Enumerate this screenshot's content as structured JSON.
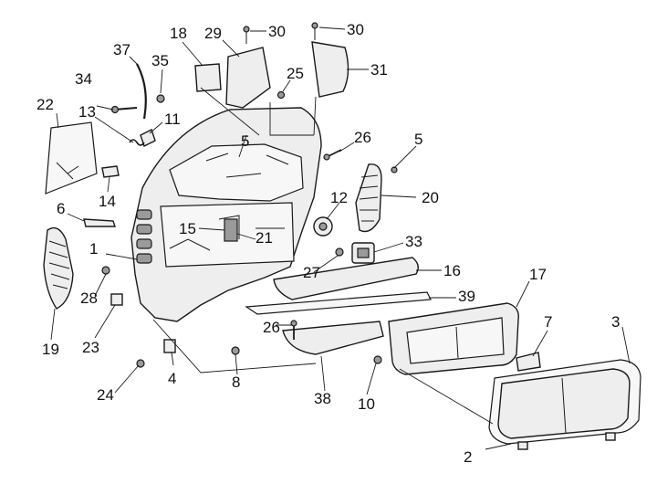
{
  "diagram": {
    "labels": {
      "p1": "1",
      "p2": "2",
      "p3": "3",
      "p4": "4",
      "p5a": "5",
      "p5b": "5",
      "p6": "6",
      "p7": "7",
      "p8": "8",
      "p10": "10",
      "p11": "11",
      "p12": "12",
      "p13": "13",
      "p14": "14",
      "p15": "15",
      "p16": "16",
      "p17": "17",
      "p18": "18",
      "p19": "19",
      "p20": "20",
      "p21": "21",
      "p22": "22",
      "p23": "23",
      "p24": "24",
      "p25": "25",
      "p26a": "26",
      "p26b": "26",
      "p27": "27",
      "p28": "28",
      "p29": "29",
      "p30a": "30",
      "p30b": "30",
      "p31": "31",
      "p33": "33",
      "p34": "34",
      "p35": "35",
      "p37": "37",
      "p38": "38",
      "p39": "39"
    }
  }
}
